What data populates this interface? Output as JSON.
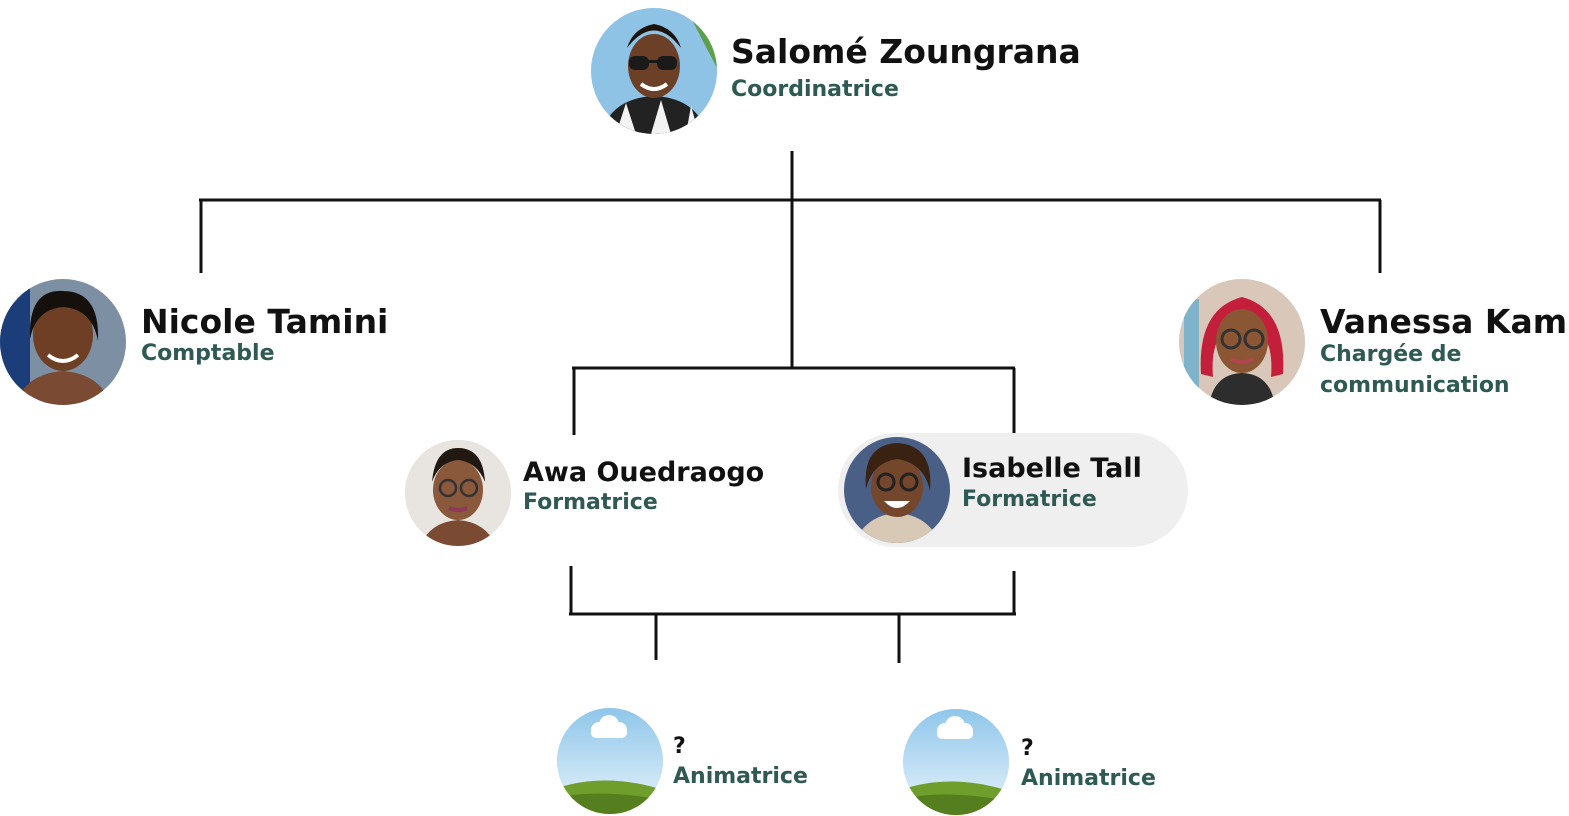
{
  "org_chart": {
    "coordinator": {
      "name": "Salomé Zoungrana",
      "role": "Coordinatrice",
      "avatar_icon": "person-photo-icon"
    },
    "accountant": {
      "name": "Nicole Tamini",
      "role": "Comptable",
      "avatar_icon": "person-photo-icon"
    },
    "communication": {
      "name": "Vanessa Kam",
      "role_line1": "Chargée de",
      "role_line2": "communication",
      "avatar_icon": "person-photo-icon"
    },
    "trainer_1": {
      "name": "Awa Ouedraogo",
      "role": "Formatrice",
      "avatar_icon": "person-photo-icon"
    },
    "trainer_2": {
      "name": "Isabelle Tall",
      "role": "Formatrice",
      "avatar_icon": "person-photo-icon",
      "highlighted": true
    },
    "animator_1": {
      "name": "?",
      "role": "Animatrice",
      "avatar_icon": "landscape-placeholder-icon"
    },
    "animator_2": {
      "name": "?",
      "role": "Animatrice",
      "avatar_icon": "landscape-placeholder-icon"
    }
  },
  "colors": {
    "name_text": "#111111",
    "role_text": "#2f5a53",
    "connector_line": "#111111",
    "highlight_background": "#efefef"
  }
}
